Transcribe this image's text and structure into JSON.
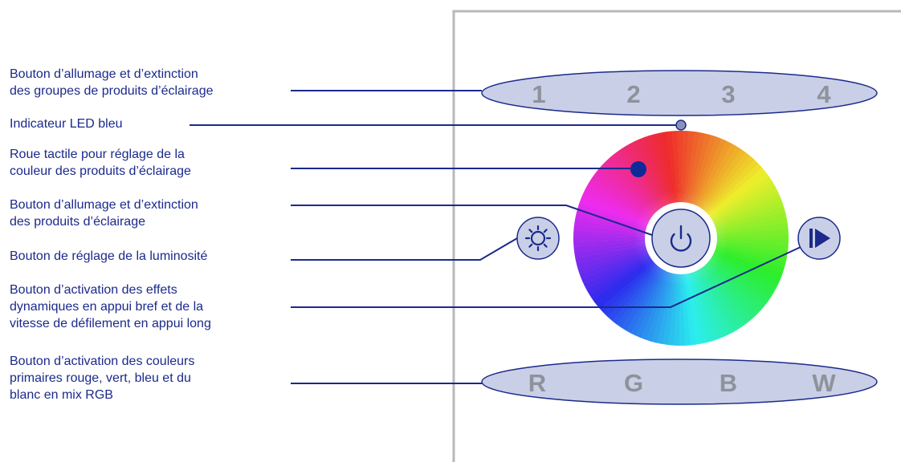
{
  "labels": [
    {
      "lines": [
        "Bouton d’allumage et d’extinction",
        "des groupes de produits d’éclairage"
      ]
    },
    {
      "lines": [
        "Indicateur LED bleu"
      ]
    },
    {
      "lines": [
        "Roue tactile pour réglage de la",
        "couleur des produits d’éclairage"
      ]
    },
    {
      "lines": [
        "Bouton d’allumage et d’extinction",
        "des produits d’éclairage"
      ]
    },
    {
      "lines": [
        "Bouton de réglage de la luminosité"
      ]
    },
    {
      "lines": [
        "Bouton d’activation des effets",
        "dynamiques en appui bref et de la",
        "vitesse de défilement en appui long"
      ]
    },
    {
      "lines": [
        "Bouton d’activation des couleurs",
        "primaires rouge, vert, bleu et du",
        "blanc en mix RGB"
      ]
    }
  ],
  "panel": {
    "zone_buttons": [
      "1",
      "2",
      "3",
      "4"
    ],
    "color_buttons": [
      "R",
      "G",
      "B",
      "W"
    ]
  },
  "icons": [
    "sun-icon",
    "power-icon",
    "play-icon",
    "led-dot-icon",
    "selector-dot-icon"
  ],
  "colors": {
    "text": "#1b2a8c",
    "line": "#1b2a8c",
    "pill_fill": "#c9cfe6",
    "pill_stroke": "#1b2a8c",
    "pill_text": "#8e939b",
    "panel_border": "#b8b8b8",
    "led": "#8a93b6",
    "selector": "#102a9a"
  }
}
